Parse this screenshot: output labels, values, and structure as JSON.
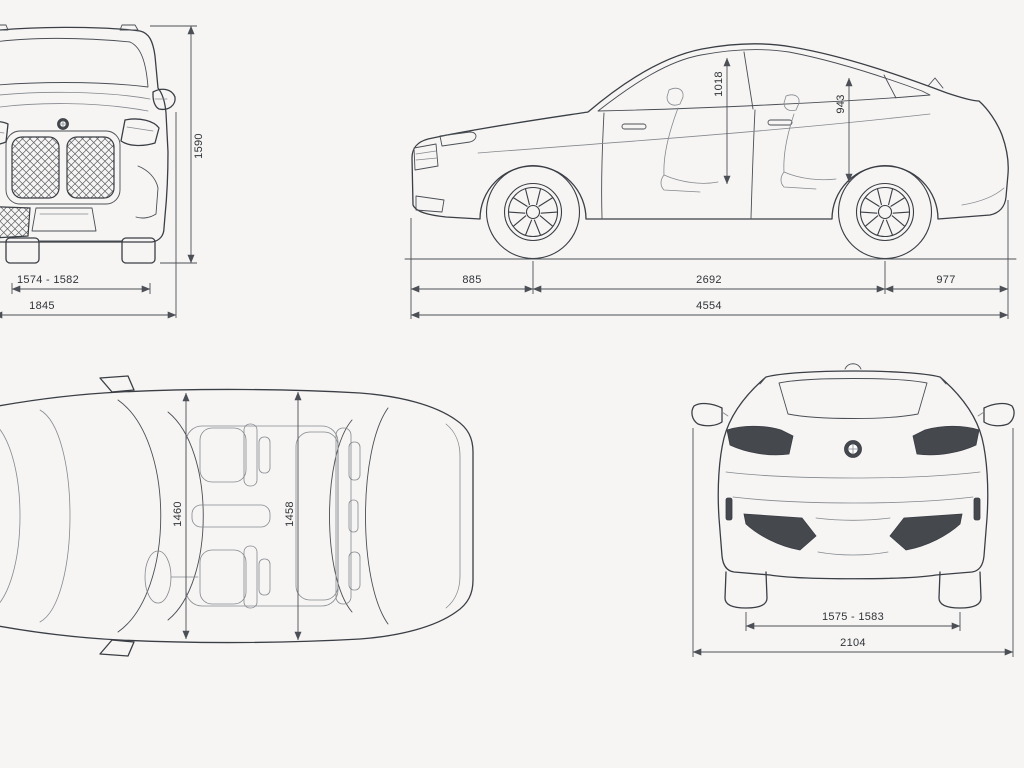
{
  "diagram": {
    "subject": "vehicle-dimensions-blueprint",
    "background_color": "#f6f5f3",
    "line_color": "#3a3e45"
  },
  "views": {
    "front": {
      "name": "front-view",
      "dims": {
        "overall_height": "1590",
        "track_width": "1574 - 1582",
        "overall_width": "1845"
      }
    },
    "side": {
      "name": "side-view",
      "dims": {
        "front_headroom": "1018",
        "rear_headroom": "943",
        "front_overhang": "885",
        "wheelbase": "2692",
        "rear_overhang": "977",
        "overall_length": "4554"
      }
    },
    "top": {
      "name": "top-view",
      "dims": {
        "front_interior_width": "1460",
        "rear_interior_width": "1458"
      }
    },
    "rear": {
      "name": "rear-view",
      "dims": {
        "rear_track_width": "1575 - 1583",
        "width_with_mirrors": "2104"
      }
    }
  }
}
